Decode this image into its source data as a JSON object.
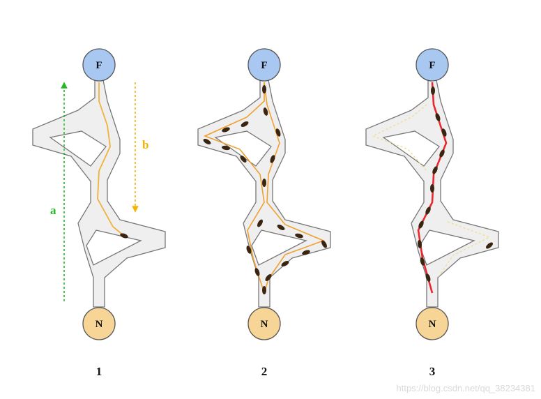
{
  "colors": {
    "food_node": "#a9c8f1",
    "nest_node": "#f6d596",
    "node_stroke": "#555555",
    "corridor_fill": "#efefef",
    "corridor_stroke": "#777777",
    "trail_orange": "#f0b23e",
    "trail_red": "#e8282e",
    "arrow_green": "#22bb22",
    "arrow_yellow": "#f4b400",
    "ant": "#3a2510"
  },
  "nodes": {
    "food_label": "F",
    "nest_label": "N"
  },
  "panels": [
    {
      "number": "1",
      "state": "initial",
      "arrows": [
        {
          "label": "a",
          "direction": "up"
        },
        {
          "label": "b",
          "direction": "down"
        }
      ]
    },
    {
      "number": "2",
      "state": "exploring"
    },
    {
      "number": "3",
      "state": "converged"
    }
  ],
  "watermark": "https://blog.csdn.net/qq_38234381"
}
